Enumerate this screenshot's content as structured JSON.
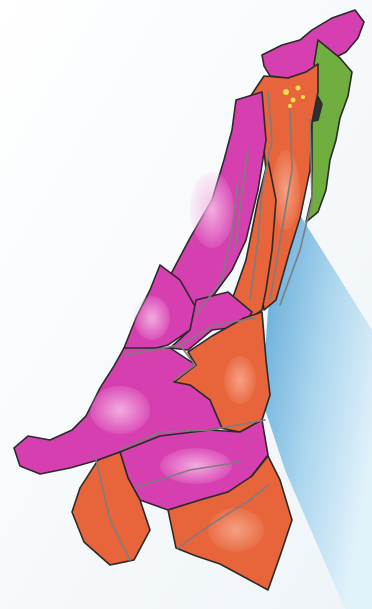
{
  "map": {
    "colors": {
      "background": "#f7f9fb",
      "magenta": "#d63fb0",
      "orange": "#e8643a",
      "green": "#6fae3f",
      "yellow": "#f4e24a",
      "urban": "#2f2f2f",
      "outline": "#2a2a2a",
      "inner_border": "#7d7d7d",
      "shadow_light": "#dff1fb",
      "shadow_dark": "#3f97cf"
    },
    "regions": [
      {
        "name": "region-north-tip",
        "category": "magenta"
      },
      {
        "name": "region-north-east",
        "category": "green"
      },
      {
        "name": "region-urban-core",
        "category": "urban"
      },
      {
        "name": "region-north-orange",
        "category": "orange"
      },
      {
        "name": "region-upper-west",
        "category": "magenta"
      },
      {
        "name": "region-upper-central",
        "category": "orange"
      },
      {
        "name": "region-mid-west",
        "category": "magenta"
      },
      {
        "name": "region-mid-central",
        "category": "magenta"
      },
      {
        "name": "region-mid-east",
        "category": "orange"
      },
      {
        "name": "region-south-west-arm",
        "category": "magenta"
      },
      {
        "name": "region-south-central",
        "category": "magenta"
      },
      {
        "name": "region-south-west-lower",
        "category": "orange"
      },
      {
        "name": "region-south-east",
        "category": "orange"
      }
    ]
  }
}
